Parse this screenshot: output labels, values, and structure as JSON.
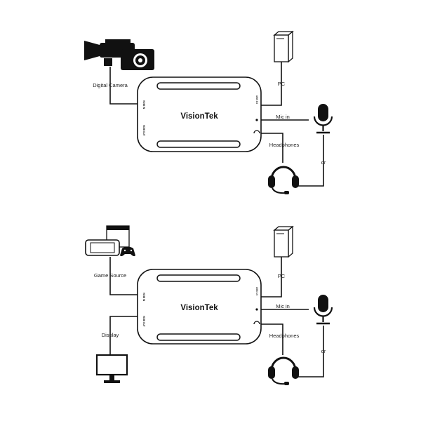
{
  "brand": "VisionTek",
  "diagram1": {
    "camera_label": "Digital Camera",
    "pc_label": "PC",
    "mic_label": "Mic in",
    "headphones_label": "Headphones",
    "or_label": "or",
    "port_usb": "USB 3.0",
    "port_hdmi_in": "HDMI IN",
    "port_hdmi_out": "HDMI OUT"
  },
  "diagram2": {
    "source_label": "Game Source",
    "display_label": "Display",
    "pc_label": "PC",
    "mic_label": "Mic in",
    "headphones_label": "Headphones",
    "or_label": "or",
    "port_usb": "USB 3.0",
    "port_hdmi_in": "HDMI IN",
    "port_hdmi_out": "HDMI OUT"
  },
  "icons": {
    "camera": "video-camera-icon",
    "pc": "pc-tower-icon",
    "mic": "microphone-icon",
    "headset": "headset-icon",
    "console": "game-console-icon",
    "controller": "gamepad-icon",
    "display": "monitor-icon"
  }
}
